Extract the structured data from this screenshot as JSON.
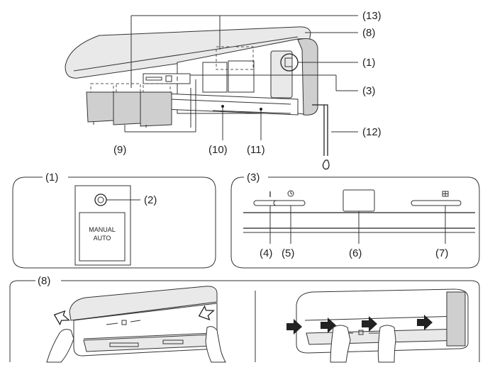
{
  "callouts": {
    "c1": "(1)",
    "c2": "(2)",
    "c3": "(3)",
    "c4": "(4)",
    "c5": "(5)",
    "c6": "(6)",
    "c7": "(7)",
    "c8": "(8)",
    "c9": "(9)",
    "c10": "(10)",
    "c11": "(11)",
    "c12": "(12)",
    "c13": "(13)"
  },
  "button_text": {
    "line1": "MANUAL",
    "line2": "AUTO"
  },
  "panel_titles": {
    "p1": "(1)",
    "p3": "(3)",
    "p8": "(8)"
  },
  "icons": {
    "power": "power-indicator-icon",
    "timer": "timer-clock-icon",
    "filter": "filter-grid-icon",
    "drop": "water-drop-icon",
    "arrow": "push-arrow-icon",
    "hand": "hand-icon"
  }
}
